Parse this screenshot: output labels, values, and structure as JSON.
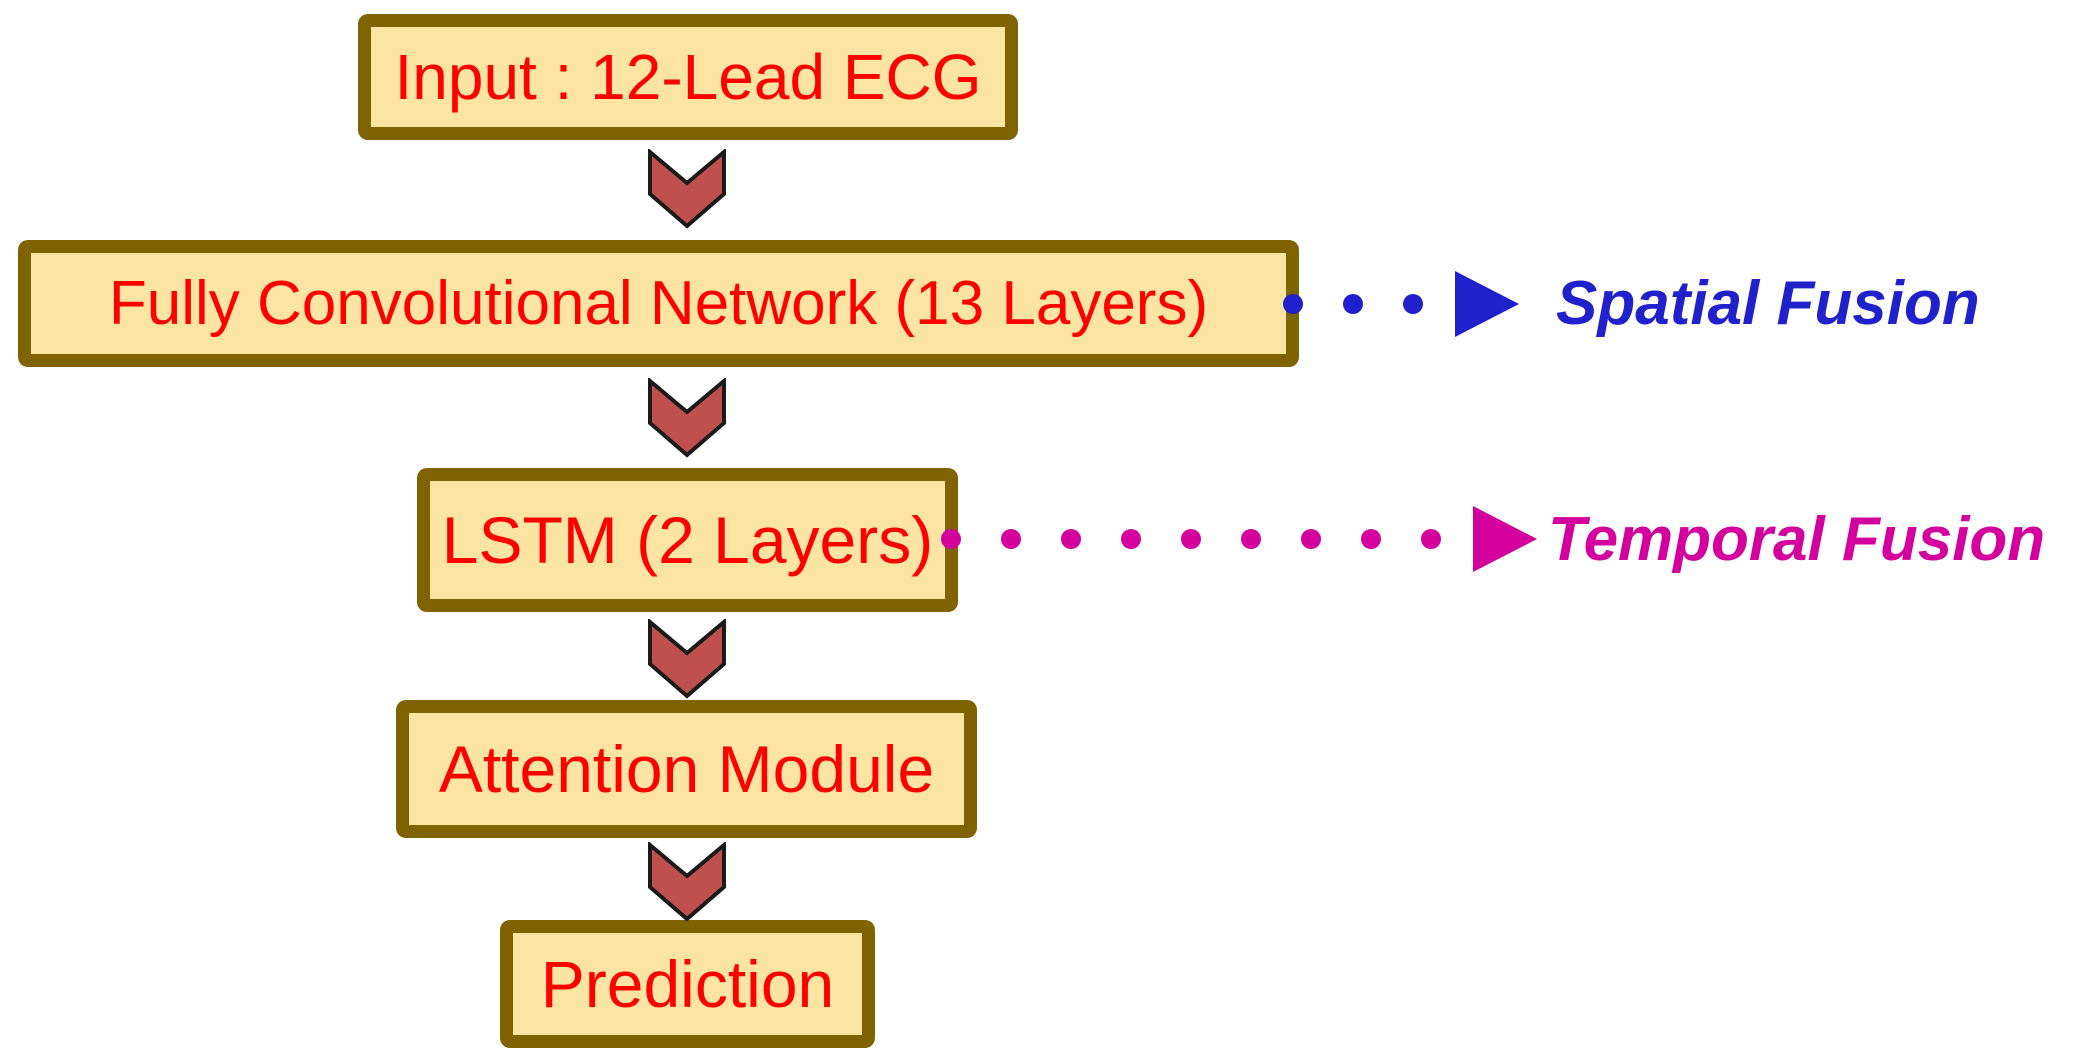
{
  "diagram": {
    "title": "ECG classification model flowchart",
    "nodes": [
      {
        "id": "input",
        "label": "Input : 12-Lead ECG"
      },
      {
        "id": "fcn",
        "label": "Fully Convolutional Network (13 Layers)"
      },
      {
        "id": "lstm",
        "label": "LSTM (2 Layers)"
      },
      {
        "id": "attention",
        "label": "Attention Module"
      },
      {
        "id": "prediction",
        "label": "Prediction"
      }
    ],
    "annotations": [
      {
        "id": "spatial",
        "label": "Spatial Fusion",
        "color": "#2121CC",
        "dots": 3,
        "from": "fcn"
      },
      {
        "id": "temporal",
        "label": "Temporal Fusion",
        "color": "#D4009D",
        "dots": 9,
        "from": "lstm"
      }
    ],
    "colors": {
      "box_fill": "#FCE5A3",
      "box_border": "#7F6300",
      "box_text": "#FE0000",
      "arrow_fill": "#C0504D",
      "arrow_outline": "#1A1A1A",
      "spatial": "#2121CC",
      "temporal": "#D4009D"
    }
  }
}
